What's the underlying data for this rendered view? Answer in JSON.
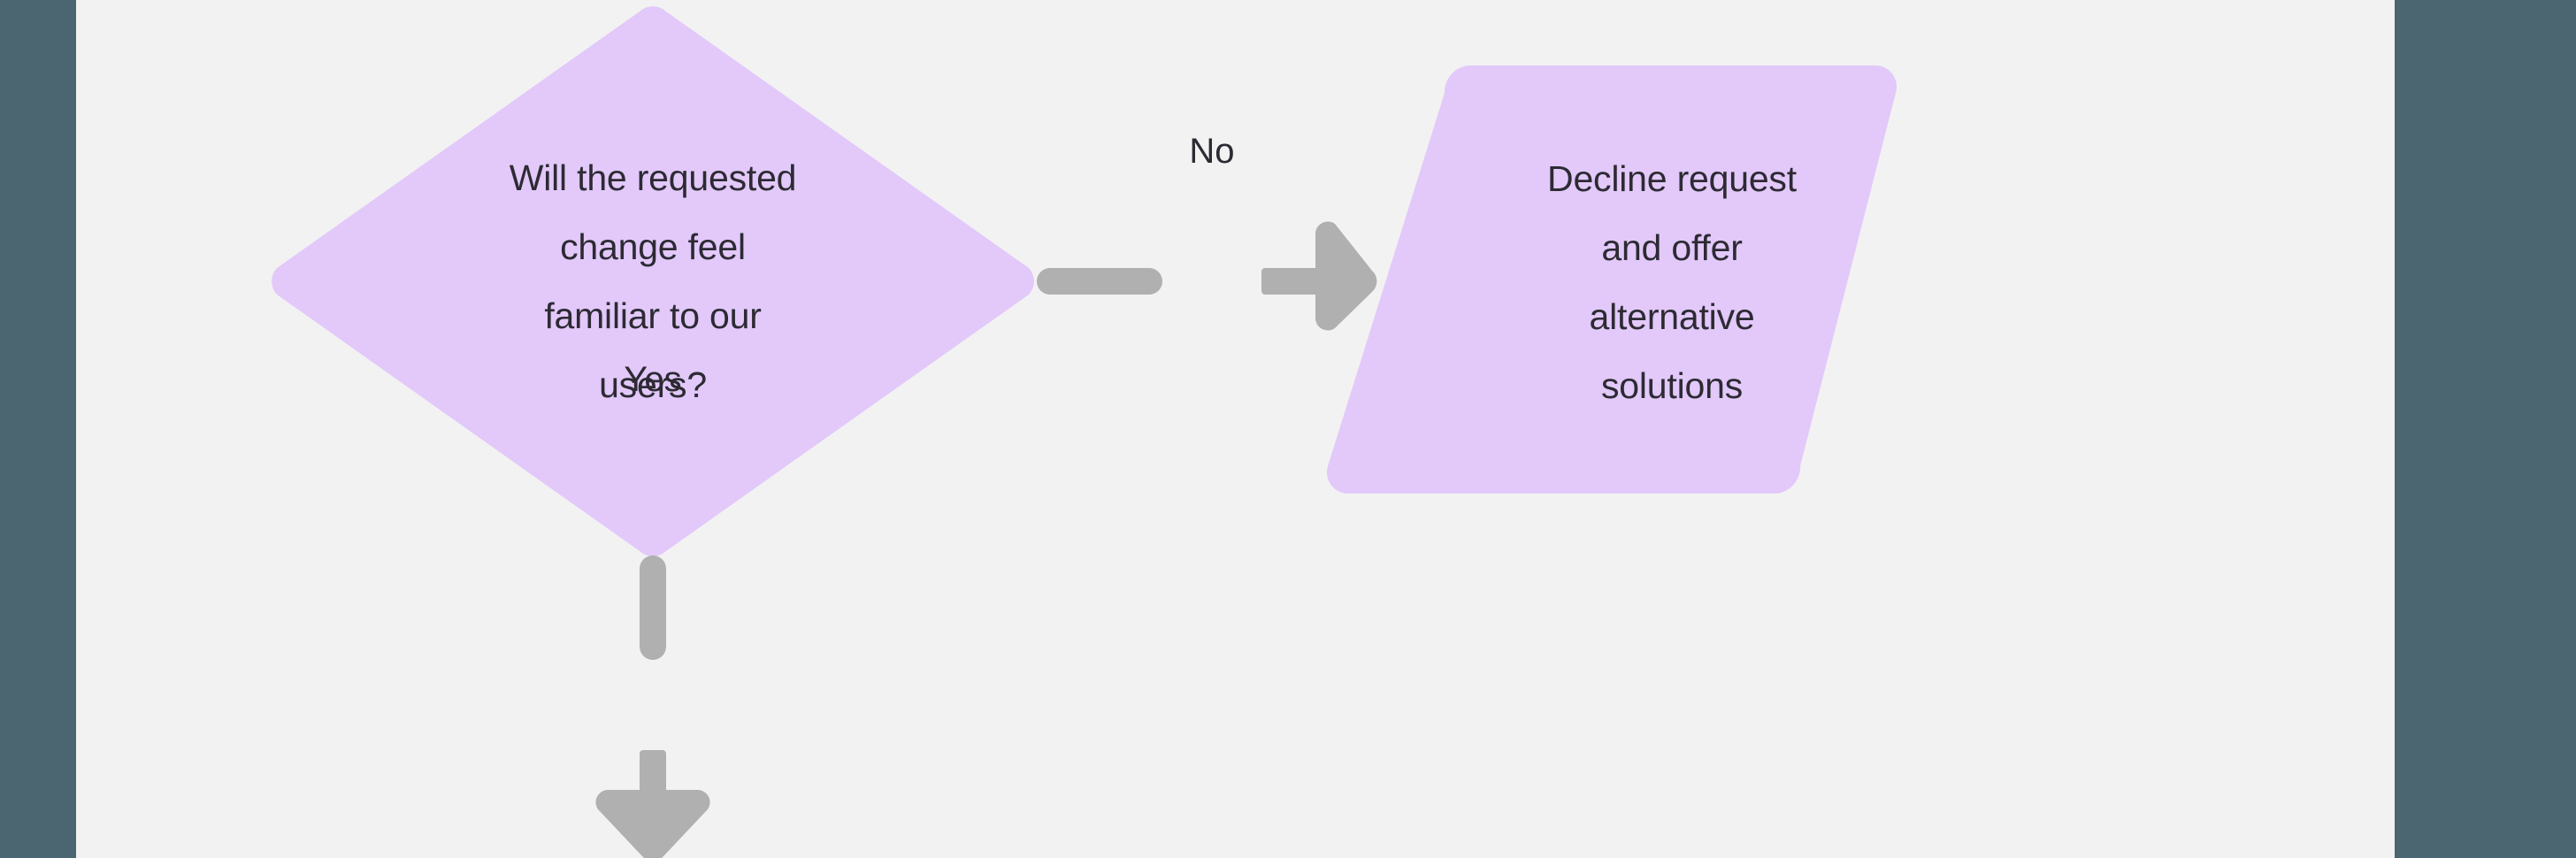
{
  "canvas": {
    "background_color": "#f2f2f2",
    "rail_color": "#4b6670",
    "node_fill": "#e2c9fa",
    "edge_color": "#b0b0b0",
    "text_color": "#2d2a33"
  },
  "diagram": {
    "type": "flowchart",
    "nodes": [
      {
        "id": "decision-familiar",
        "shape": "diamond",
        "text": "Will the requested\nchange feel\nfamiliar to our\nusers?",
        "fill": "#e2c9fa"
      },
      {
        "id": "process-decline",
        "shape": "parallelogram",
        "text": "Decline request\nand offer\nalternative\nsolutions",
        "fill": "#e2c9fa"
      }
    ],
    "edges": [
      {
        "id": "edge-no",
        "from": "decision-familiar",
        "to": "process-decline",
        "label": "No",
        "direction": "right"
      },
      {
        "id": "edge-yes",
        "from": "decision-familiar",
        "to": "",
        "label": "Yes",
        "direction": "down"
      }
    ]
  }
}
